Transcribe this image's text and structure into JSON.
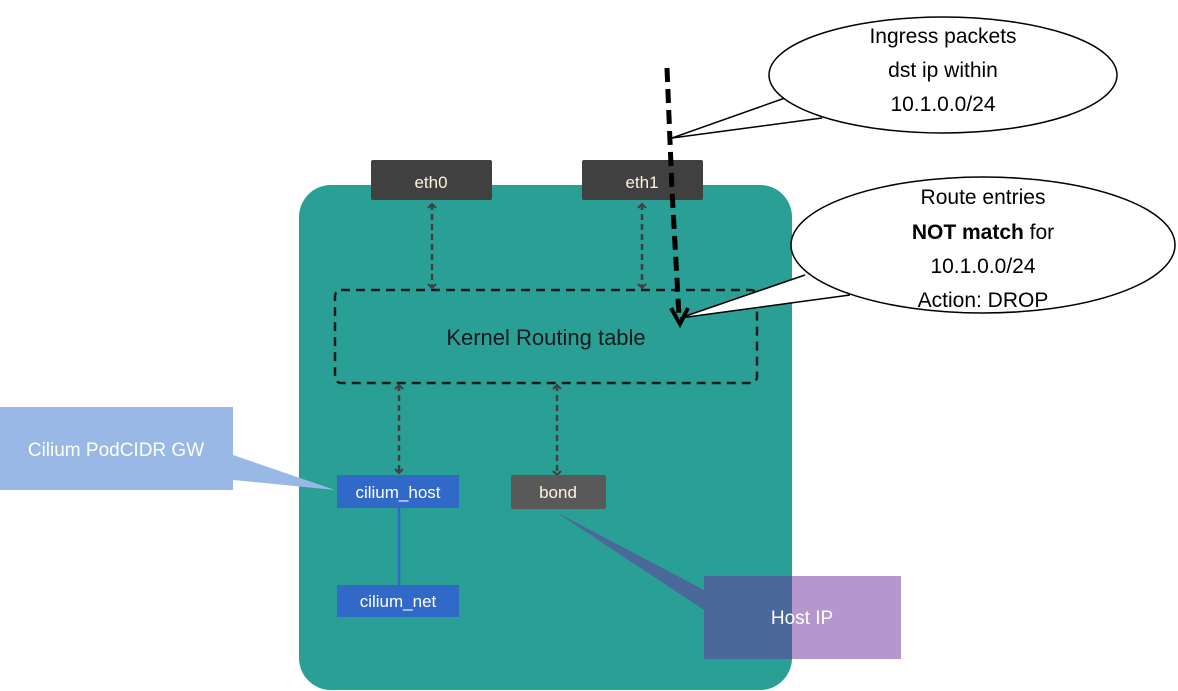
{
  "colors": {
    "host_box": "#2a9f96",
    "nic": "#404040",
    "bond": "#595959",
    "cilium": "#3169c9",
    "podcidr_callout": "#9ab8e6",
    "hostip_callout": "#b596cd",
    "hostip_overlap": "#4b689b",
    "nic_text": "#fdf3dc"
  },
  "interfaces": {
    "eth0": "eth0",
    "eth1": "eth1",
    "cilium_host": "cilium_host",
    "cilium_net": "cilium_net",
    "bond": "bond"
  },
  "routing_table": "Kernel Routing table",
  "callouts": {
    "podcidr_gw": "Cilium PodCIDR GW",
    "host_ip": "Host IP",
    "ingress": [
      "Ingress packets",
      "dst ip within",
      "10.1.0.0/24"
    ],
    "route": {
      "line1": "Route entries",
      "line2_bold": "NOT match",
      "line2_rest": " for",
      "line3": "10.1.0.0/24",
      "line4": "Action: DROP"
    }
  }
}
